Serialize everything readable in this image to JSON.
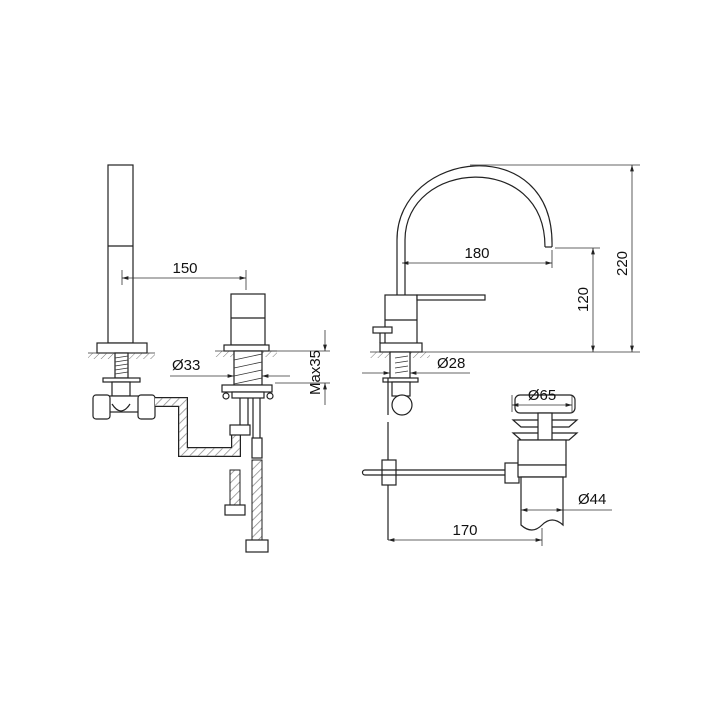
{
  "dimensions": {
    "handshower_spacing": "150",
    "mixer_hole_diameter": "Ø33",
    "max_deck_thickness": "Max35",
    "spout_reach": "180",
    "spout_outlet_height": "120",
    "spout_total_height": "220",
    "spout_hole_diameter": "Ø28",
    "waste_head_diameter": "Ø65",
    "waste_body_diameter": "Ø44",
    "popup_rod_length": "170"
  },
  "colors": {
    "line": "#222222",
    "background": "#ffffff"
  }
}
